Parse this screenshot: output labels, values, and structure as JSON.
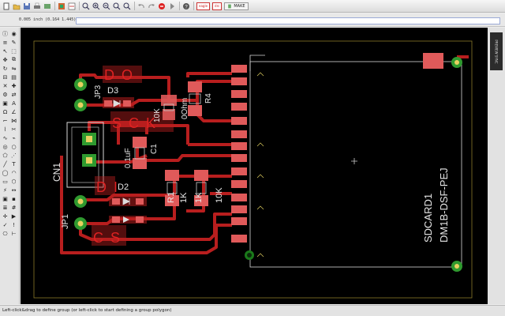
{
  "toolbar": {
    "icons": [
      "new-icon",
      "open-icon",
      "save-icon",
      "print-icon",
      "cam-icon",
      "board-icon",
      "schematic-icon",
      "zoom-fit-icon",
      "zoom-in-icon",
      "zoom-out-icon",
      "zoom-minus-icon",
      "zoom-select-icon",
      "undo-icon",
      "redo-icon",
      "stop-icon",
      "go-icon",
      "help-icon"
    ],
    "mini_buttons": [
      "eagle",
      "drc"
    ],
    "make_label": "MAKE"
  },
  "coord_readout": "0.005 inch (0.164 1.445)",
  "command_placeholder": "",
  "right_panel_tab": "PREVIEW SYNC",
  "status_text": "Left-click&drag to define group (or left-click to start defining a group polygon)",
  "board": {
    "labels": {
      "do": "D O",
      "d3": "D3",
      "jp3": "JP3",
      "sck": "S C K",
      "r_10k_a": "10K",
      "r_0ohm": "0Ohm",
      "r4": "R4",
      "cn1": "CN1",
      "c_0_1uf": "0.1uF",
      "c1": "C1",
      "di": "D I",
      "d2": "D2",
      "r1": "R1",
      "r_1k": "1K",
      "r_1k2": "1K",
      "r_10k_b": "10K",
      "jp1": "JP1",
      "cs": "C S",
      "sdcard": "SDCARD1",
      "sd_part": "DM1B-DSF-PEJ"
    }
  }
}
